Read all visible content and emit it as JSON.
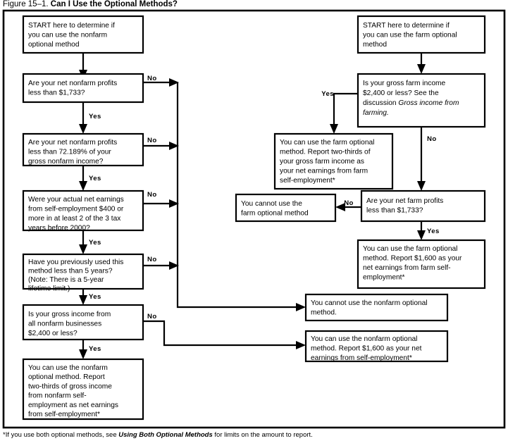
{
  "figure": {
    "number": "Figure 15–1.",
    "title": "Can I Use the Optional Methods?"
  },
  "footnote": {
    "prefix": "*If you use both optional methods, see ",
    "italic_ref": "Using Both Optional Methods",
    "suffix": " for limits on the amount to report."
  },
  "edge_labels": {
    "yes": "Yes",
    "no": "No"
  },
  "nodes": {
    "nonfarm_start": {
      "id": "nonfarm-start",
      "lines": [
        "START here to determine if",
        "you can use the nonfarm",
        "optional method"
      ]
    },
    "nonfarm_q1": {
      "id": "nonfarm-profits-under-1733",
      "lines": [
        "Are your net nonfarm profits",
        "less than $1,733?"
      ]
    },
    "nonfarm_q2": {
      "id": "nonfarm-profits-under-72189-percent",
      "lines": [
        "Are your net nonfarm profits",
        "less than 72.189% of your",
        "gross nonfarm income?"
      ]
    },
    "nonfarm_q3": {
      "id": "actual-net-earnings-400-test",
      "lines": [
        "Were your actual net earnings",
        "from self-employment $400 or",
        "more in at least 2 of the 3 tax",
        "years before 2000?"
      ]
    },
    "nonfarm_q4": {
      "id": "used-method-under-5-years",
      "lines": [
        "Have you previously used this",
        "method less than 5 years?",
        "(Note: There is a 5-year",
        "lifetime limit.)"
      ]
    },
    "nonfarm_q5": {
      "id": "gross-income-2400-or-less",
      "lines": [
        "Is your gross income from",
        "all nonfarm businesses",
        "$2,400 or less?"
      ]
    },
    "nonfarm_result_twothirds": {
      "id": "nonfarm-report-two-thirds",
      "lines": [
        "You can use the nonfarm",
        "optional method. Report",
        "two-thirds of gross income",
        "from nonfarm self-",
        "employment as net earnings",
        "from self-employment*"
      ]
    },
    "nonfarm_cannot_use": {
      "id": "cannot-use-nonfarm-optional",
      "lines": [
        "You cannot use the nonfarm optional",
        "method."
      ]
    },
    "nonfarm_result_1600": {
      "id": "nonfarm-report-1600",
      "lines": [
        "You can use the nonfarm optional",
        "method. Report $1,600 as your net",
        "earnings from self-employment*"
      ]
    },
    "farm_start": {
      "id": "farm-start",
      "lines": [
        "START here to determine if",
        "you can use the farm optional",
        "method"
      ]
    },
    "farm_q1": {
      "id": "gross-farm-income-2400-or-less",
      "lines": [
        "Is your gross farm income",
        "$2,400 or less? See the",
        "discussion ",
        "farming."
      ],
      "italic_ref": "Gross income from"
    },
    "farm_result_twothirds": {
      "id": "farm-report-two-thirds",
      "lines": [
        "You can use the farm optional",
        "method. Report two-thirds of",
        "your gross farm income as",
        "your net earnings from farm",
        "self-employment*"
      ]
    },
    "farm_q2": {
      "id": "farm-profits-under-1733",
      "lines": [
        "Are your net farm profits",
        "less than $1,733?"
      ]
    },
    "farm_cannot_use": {
      "id": "cannot-use-farm-optional",
      "lines": [
        "You cannot use the",
        "farm optional method"
      ]
    },
    "farm_result_1600": {
      "id": "farm-report-1600",
      "lines": [
        "You can use the farm optional",
        "method. Report $1,600 as your",
        "net earnings from farm self-",
        "employment*"
      ]
    }
  },
  "colors": {
    "ink": "#000000",
    "paper": "#ffffff"
  }
}
